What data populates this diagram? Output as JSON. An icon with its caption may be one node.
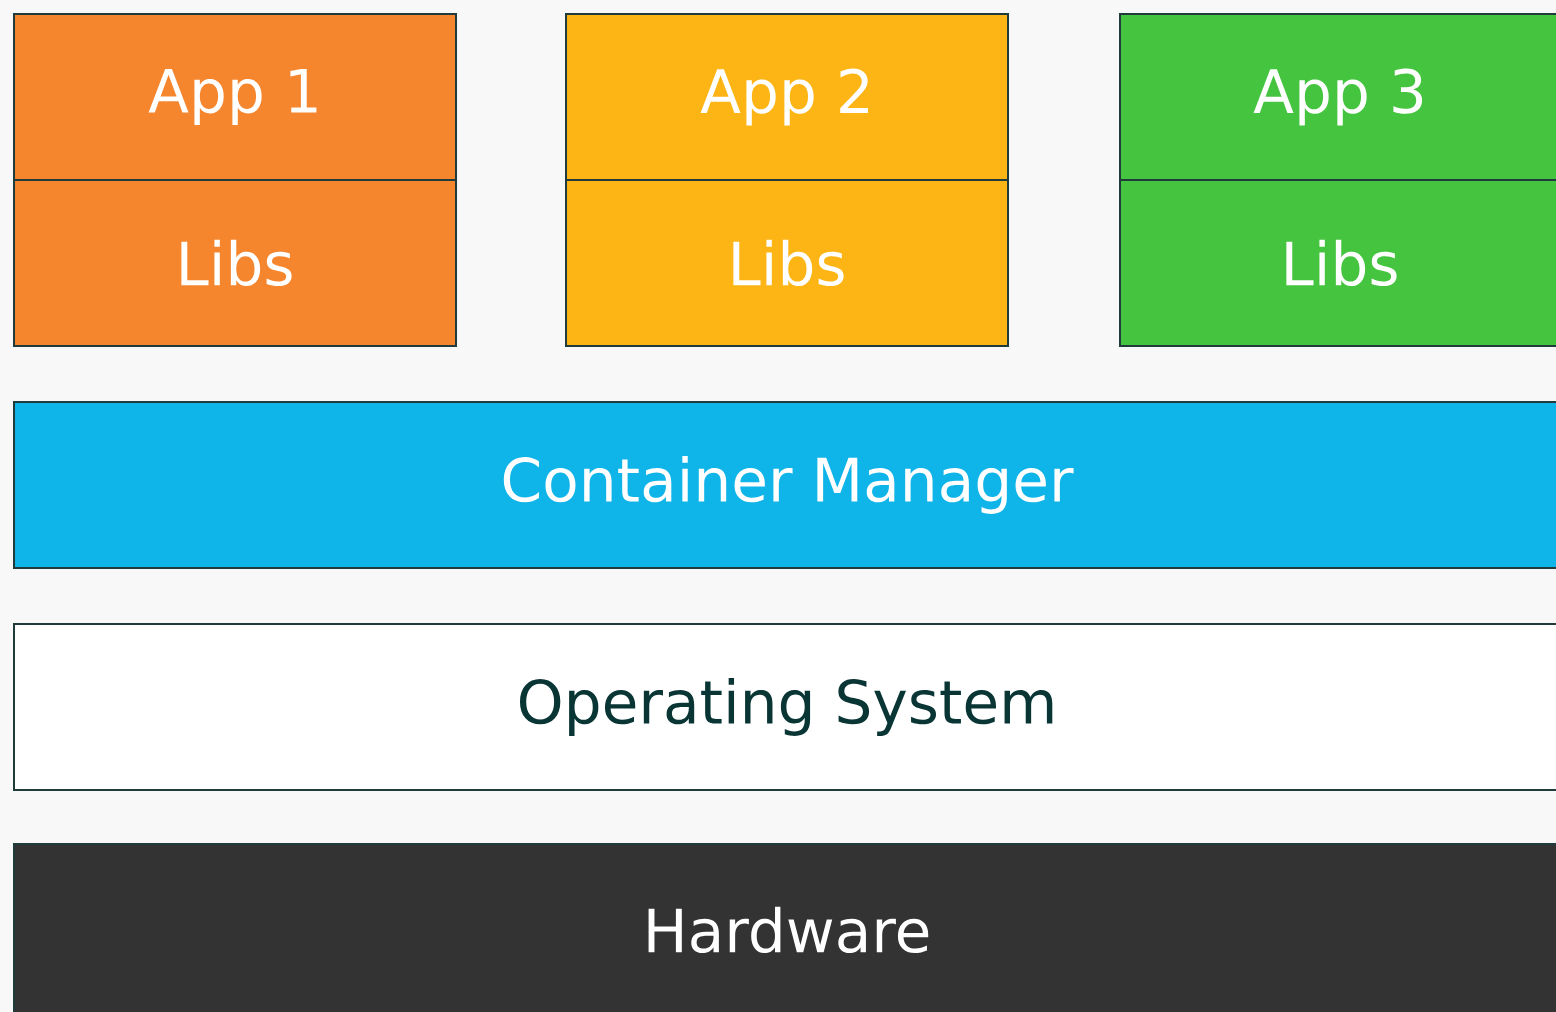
{
  "diagram": {
    "nodes": [
      {
        "text": [
          "App 1"
        ]
      },
      {
        "text": [
          "Libs"
        ]
      },
      {
        "text": [
          "App 2"
        ]
      },
      {
        "text": [
          "Libs"
        ]
      },
      {
        "text": [
          "App 3"
        ]
      },
      {
        "text": [
          "Libs"
        ]
      },
      {
        "text": [
          "Container Manager"
        ]
      },
      {
        "text": [
          "Operating System"
        ]
      },
      {
        "text": [
          "Hardware"
        ]
      }
    ]
  }
}
